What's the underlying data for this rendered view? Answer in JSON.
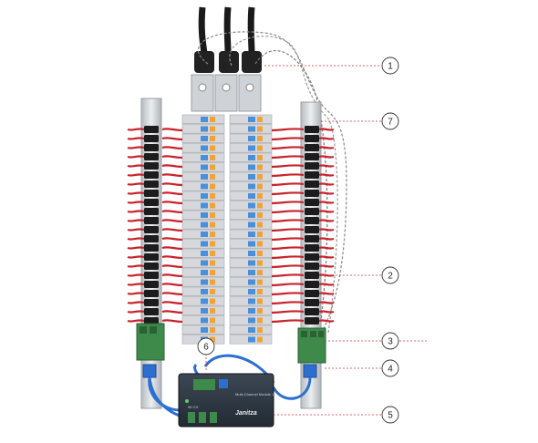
{
  "diagram": {
    "callouts": [
      "1",
      "7",
      "2",
      "3",
      "4",
      "5",
      "6"
    ],
    "device": {
      "brand": "Janitza",
      "model_text": "Multi-Channel Module 1",
      "series_text": "96 CH"
    },
    "colors": {
      "background": "#ffffff",
      "wire_red": "#c8232c",
      "wire_dark": "#7a1016",
      "breaker_body": "#d6d8db",
      "breaker_lever": "#4a8fd8",
      "rail_metal": "#c9ccd0",
      "terminal_green": "#3d8a4a",
      "device_body": "#2f3a44",
      "cable_blue": "#2d6fd1",
      "black_cable": "#1a1a1a",
      "leader_line": "#d8323a"
    }
  }
}
